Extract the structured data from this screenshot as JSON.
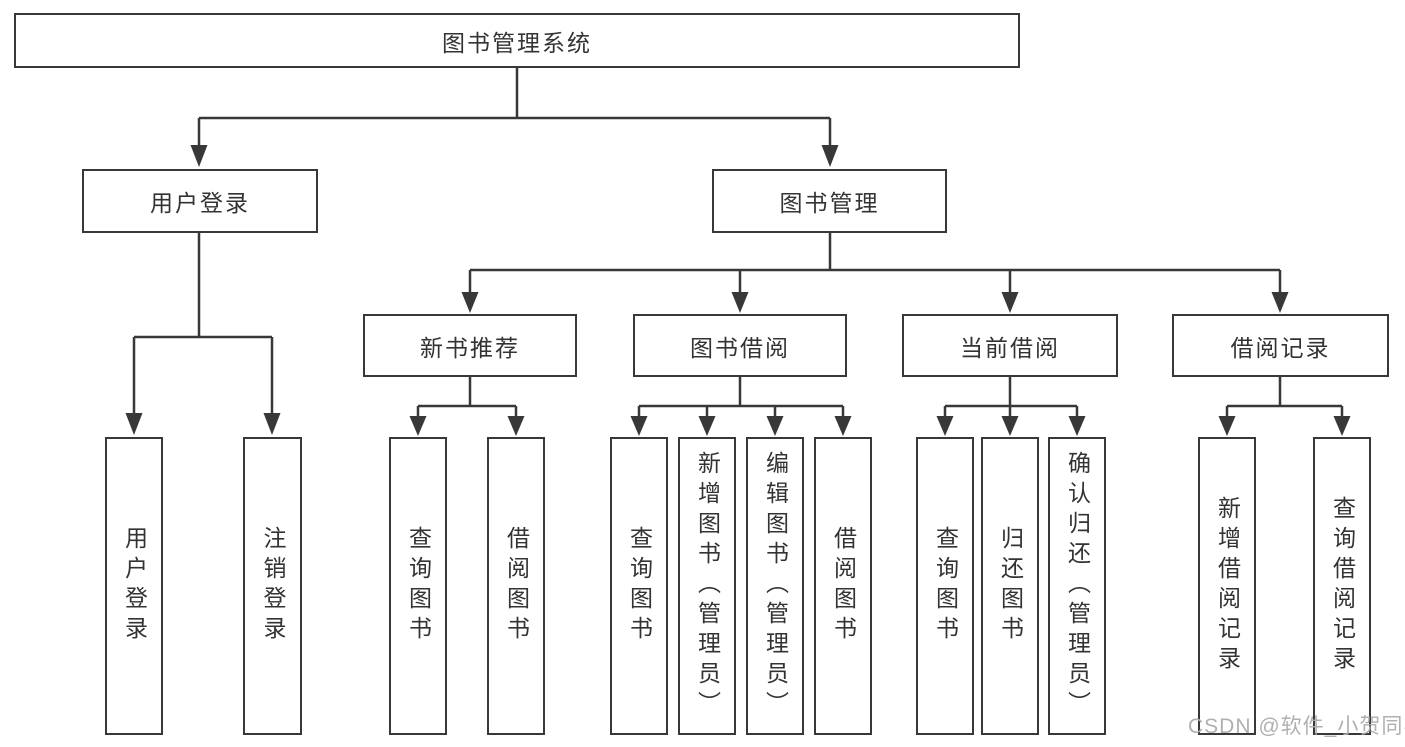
{
  "diagram": {
    "root": {
      "label": "图书管理系统"
    },
    "branches": [
      {
        "label": "用户登录",
        "children": [
          {
            "label": "用户登录"
          },
          {
            "label": "注销登录"
          }
        ]
      },
      {
        "label": "图书管理",
        "children": [
          {
            "label": "新书推荐",
            "children": [
              {
                "label": "查询图书"
              },
              {
                "label": "借阅图书"
              }
            ]
          },
          {
            "label": "图书借阅",
            "children": [
              {
                "label": "查询图书"
              },
              {
                "label": "新增图书（管理员）"
              },
              {
                "label": "编辑图书（管理员）"
              },
              {
                "label": "借阅图书"
              }
            ]
          },
          {
            "label": "当前借阅",
            "children": [
              {
                "label": "查询图书"
              },
              {
                "label": "归还图书"
              },
              {
                "label": "确认归还（管理员）"
              }
            ]
          },
          {
            "label": "借阅记录",
            "children": [
              {
                "label": "新增借阅记录"
              },
              {
                "label": "查询借阅记录"
              }
            ]
          }
        ]
      }
    ],
    "watermark": "CSDN @软件_小贺同学",
    "colors": {
      "line": "#383838",
      "text": "#333333",
      "background": "#ffffff",
      "watermark": "#acacac"
    }
  }
}
